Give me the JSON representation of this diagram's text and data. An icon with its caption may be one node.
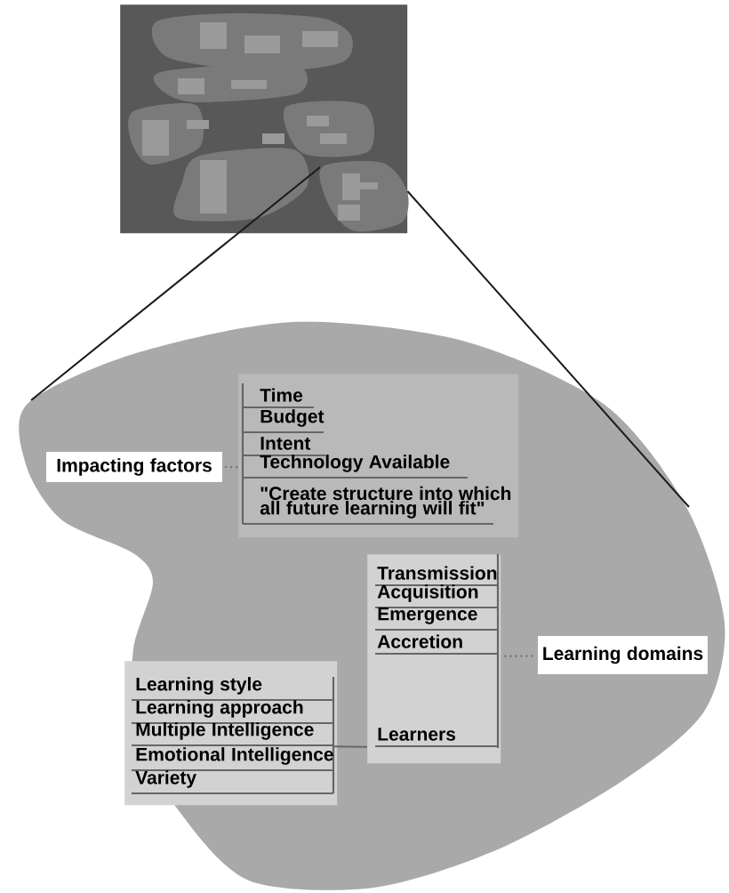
{
  "diagram": {
    "nodes": [
      {
        "text": [],
        "shape": "picture"
      },
      {
        "text": [],
        "shape": "cloud"
      },
      {
        "text": [
          "Impacting factors"
        ],
        "in": 1
      },
      {
        "text": [
          "Time",
          "Budget",
          "Intent",
          "Technology Available",
          "\"Create structure into which all future learning will fit\""
        ],
        "in": 1
      },
      {
        "text": [
          "Transmission",
          "Acquisition",
          "Emergence",
          "Accretion",
          "Learners"
        ],
        "in": 1
      },
      {
        "text": [
          "Learning domains"
        ],
        "in": 1
      },
      {
        "text": [
          "Learning style",
          "Learning approach",
          "Multiple Intelligence",
          "Emotional Intelligence",
          "Variety"
        ],
        "in": 1
      }
    ],
    "edges": [
      {
        "from": 0,
        "to": 1,
        "arrow": "none",
        "color": "#1a1a1a"
      },
      {
        "from": 0,
        "to": 1,
        "arrow": "none",
        "color": "#1a1a1a"
      },
      {
        "from": 2,
        "to": 3,
        "arrow": "none",
        "style": "dashed"
      },
      {
        "from": 4,
        "to": 5,
        "arrow": "none",
        "style": "dashed"
      },
      {
        "from": 6,
        "to": 4,
        "arrow": "none"
      }
    ]
  }
}
